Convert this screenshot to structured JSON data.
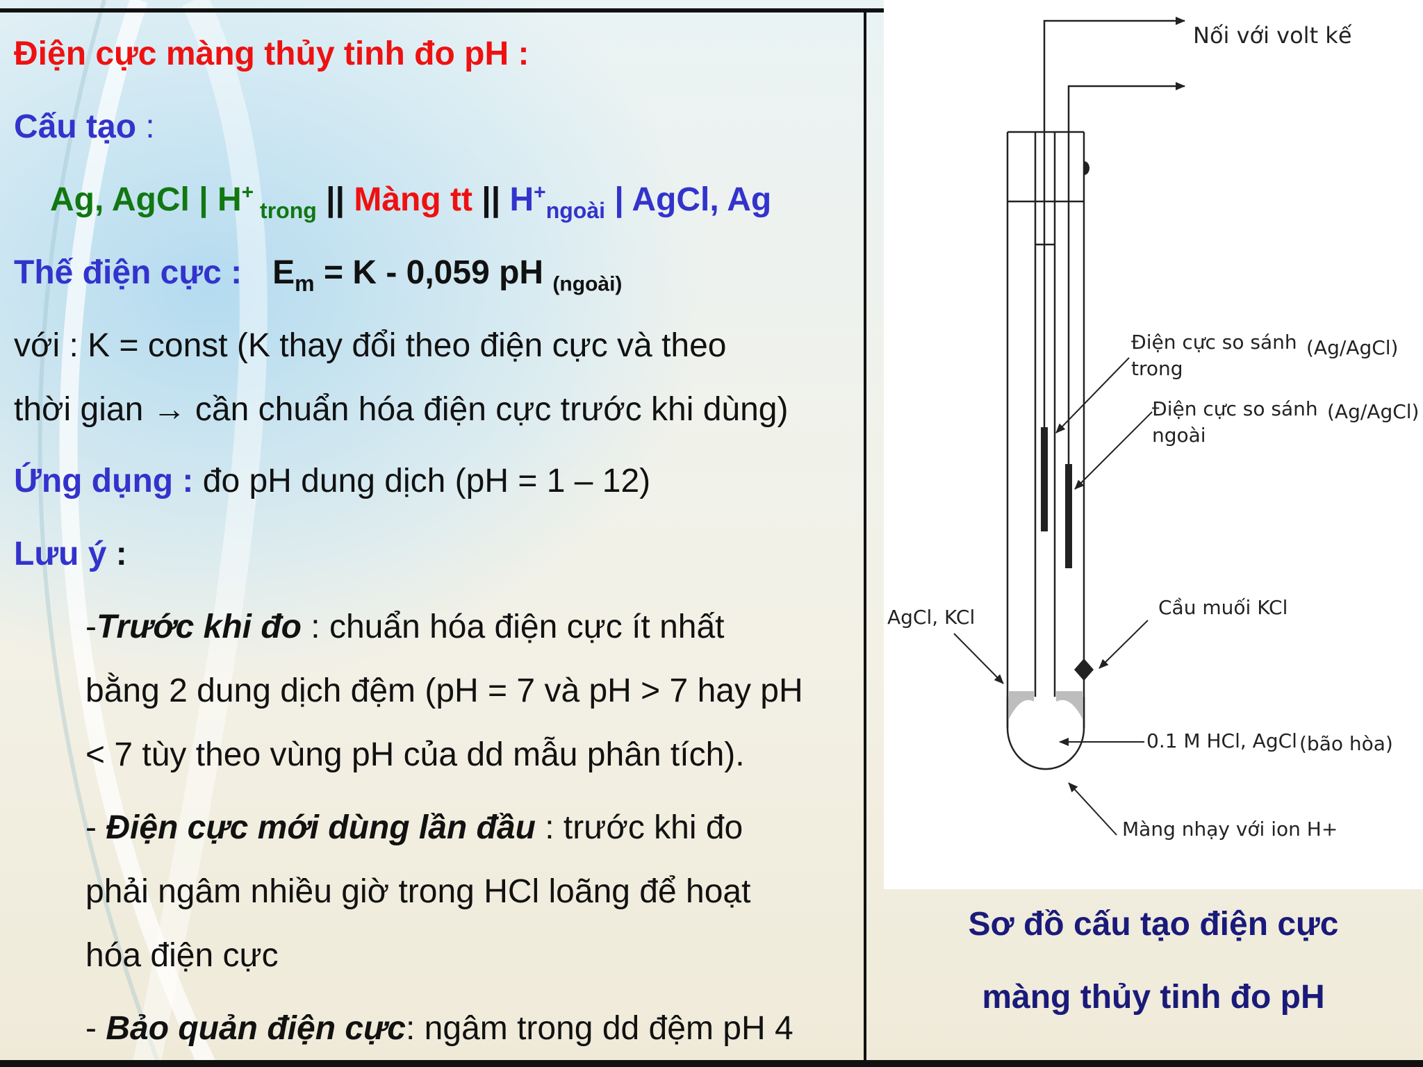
{
  "text_panel": {
    "title": "Điện cực màng thủy tinh đo pH :",
    "cau_tao_label": "Cấu tạo",
    "cau_tao_colon": " :",
    "formula": {
      "left_green": "Ag, AgCl | H",
      "plus": "+",
      "trong_sub": " trong",
      "sep1": " || ",
      "membrane": "Màng tt",
      "sep2": " || ",
      "h_blue": "H",
      "ngoai_sub": "ngoài",
      "right_blue": " | AgCl, Ag"
    },
    "the_dien_cuc_label": "Thế điện cực :",
    "equation": {
      "e": "E",
      "m_sub": "m",
      "rhs": " = K - 0,059 pH ",
      "ngoai_sub": "(ngoài)"
    },
    "voi_line1": "với : K = const  (K thay đổi theo điện cực và theo",
    "voi_line2": "thời gian → cần chuẩn hóa điện cực trước khi dùng)",
    "ung_dung_label": "Ứng dụng :",
    "ung_dung_text": " đo pH dung dịch (pH = 1 – 12)",
    "luu_y_label": "Lưu ý",
    "luu_y_colon": " :",
    "note1": {
      "dash": "-",
      "bold": "Trước khi đo",
      "rest": " : chuẩn hóa điện cực ít nhất",
      "line2": "bằng 2 dung dịch đệm (pH = 7 và pH > 7 hay pH",
      "line3": "< 7 tùy theo vùng pH của dd mẫu phân tích)."
    },
    "note2": {
      "dash": "- ",
      "bold": "Điện cực mới dùng lần đầu",
      "rest": " : trước khi đo",
      "line2": "phải ngâm nhiều giờ trong HCl loãng để hoạt",
      "line3": "hóa điện cực"
    },
    "note3": {
      "dash": "- ",
      "bold": "Bảo quản điện cực",
      "rest": ": ngâm trong dd đệm pH 4"
    }
  },
  "diagram": {
    "label_voltmeter": "Nối với volt kế",
    "label_internal_ref_1": "Điện cực so sánh",
    "label_internal_ref_2": "trong",
    "label_internal_ref_paren": "(Ag/AgCl)",
    "label_external_ref_1": "Điện cực so sánh",
    "label_external_ref_2": "ngoài",
    "label_external_ref_paren": "(Ag/AgCl)",
    "label_agcl_kcl": "AgCl, KCl",
    "label_salt_bridge": "Cầu muối KCl",
    "label_hcl": "0.1 M HCl, AgCl",
    "label_hcl_paren": "(bão hòa)",
    "label_membrane": "Màng nhạy với ion H+"
  },
  "caption": {
    "line1": "Sơ đồ cấu tạo điện cực",
    "line2": "màng thủy tinh đo pH"
  },
  "colors": {
    "title_red": "#ee1111",
    "heading_blue": "#3333cc",
    "formula_green": "#117711",
    "caption_navy": "#1a1a7a"
  }
}
